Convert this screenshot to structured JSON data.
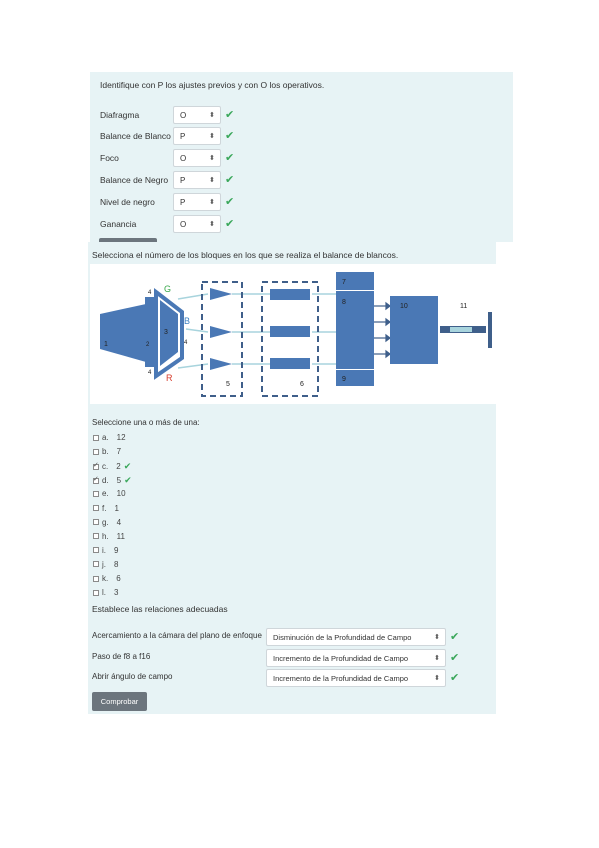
{
  "section1": {
    "instruction": "Identifique con P los ajustes previos y con O los operativos.",
    "rows": [
      {
        "label": "Diafragma",
        "value": "O"
      },
      {
        "label": "Balance de Blanco",
        "value": "P"
      },
      {
        "label": "Foco",
        "value": "O"
      },
      {
        "label": "Balance de Negro",
        "value": "P"
      },
      {
        "label": "Nivel de negro",
        "value": "P"
      },
      {
        "label": "Ganancia",
        "value": "O"
      }
    ]
  },
  "section2": {
    "question": "Selecciona el número de los bloques en los que se realiza el balance de blancos.",
    "diagram": {
      "labels": {
        "n1": "1",
        "n2": "2",
        "n3": "3",
        "n4a": "4",
        "n4b": "4",
        "n4c": "4",
        "n5": "5",
        "n6": "6",
        "n7": "7",
        "n8": "8",
        "n9": "9",
        "n10": "10",
        "n11": "11",
        "g": "G",
        "b": "B",
        "r": "R"
      },
      "colors": {
        "block": "#4a78b5",
        "green": "#38a84a",
        "red": "#d63a2a",
        "blue_label": "#3a7fc2",
        "arrow": "#a8d4dd",
        "dash": "#3f5f8a"
      }
    },
    "prompt": "Seleccione una o más de una:",
    "options": [
      {
        "letter": "a.",
        "text": "12",
        "checked": false,
        "correct": false
      },
      {
        "letter": "b.",
        "text": "7",
        "checked": false,
        "correct": false
      },
      {
        "letter": "c.",
        "text": "2",
        "checked": true,
        "correct": true
      },
      {
        "letter": "d.",
        "text": "5",
        "checked": true,
        "correct": true
      },
      {
        "letter": "e.",
        "text": "10",
        "checked": false,
        "correct": false
      },
      {
        "letter": "f.",
        "text": "1",
        "checked": false,
        "correct": false
      },
      {
        "letter": "g.",
        "text": "4",
        "checked": false,
        "correct": false
      },
      {
        "letter": "h.",
        "text": "11",
        "checked": false,
        "correct": false
      },
      {
        "letter": "i.",
        "text": "9",
        "checked": false,
        "correct": false
      },
      {
        "letter": "j.",
        "text": "8",
        "checked": false,
        "correct": false
      },
      {
        "letter": "k.",
        "text": "6",
        "checked": false,
        "correct": false
      },
      {
        "letter": "l.",
        "text": "3",
        "checked": false,
        "correct": false
      }
    ]
  },
  "section3": {
    "instruction": "Establece las relaciones adecuadas",
    "rows": [
      {
        "label": "Acercamiento a la cámara del plano de enfoque",
        "value": "Disminución de la Profundidad de Campo"
      },
      {
        "label": "Paso de f8 a f16",
        "value": "Incremento de la Profundidad de Campo"
      },
      {
        "label": "Abrir ángulo de campo",
        "value": "Incremento de la Profundidad de Campo"
      }
    ],
    "button": "Comprobar"
  },
  "icons": {
    "check": "✔",
    "select_arrow_both": "⬍",
    "select_arrow": "⇕"
  }
}
